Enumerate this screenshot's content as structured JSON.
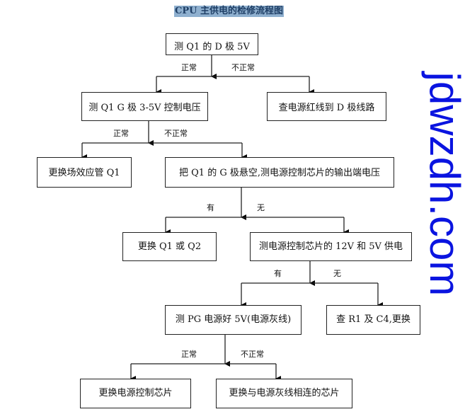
{
  "title": "CPU 主供电的检修流程图",
  "nodes": {
    "n1": "测 Q1 的 D 极 5V",
    "n2": "测 Q1 G 极 3-5V 控制电压",
    "n3": "查电源红线到 D 极线路",
    "n4": "更换场效应管 Q1",
    "n5": "把 Q1 的 G 极悬空,测电源控制芯片的输出端电压",
    "n6": "更换 Q1 或 Q2",
    "n7": "测电源控制芯片的 12V 和 5V 供电",
    "n8": "测 PG 电源好 5V(电源灰线)",
    "n9": "查 R1 及 C4,更换",
    "n10": "更换电源控制芯片",
    "n11": "更换与电源灰线相连的芯片"
  },
  "labels": {
    "normal": "正常",
    "abnormal": "不正常",
    "yes": "有",
    "no": "无"
  },
  "watermark": "jdwzdh.com"
}
